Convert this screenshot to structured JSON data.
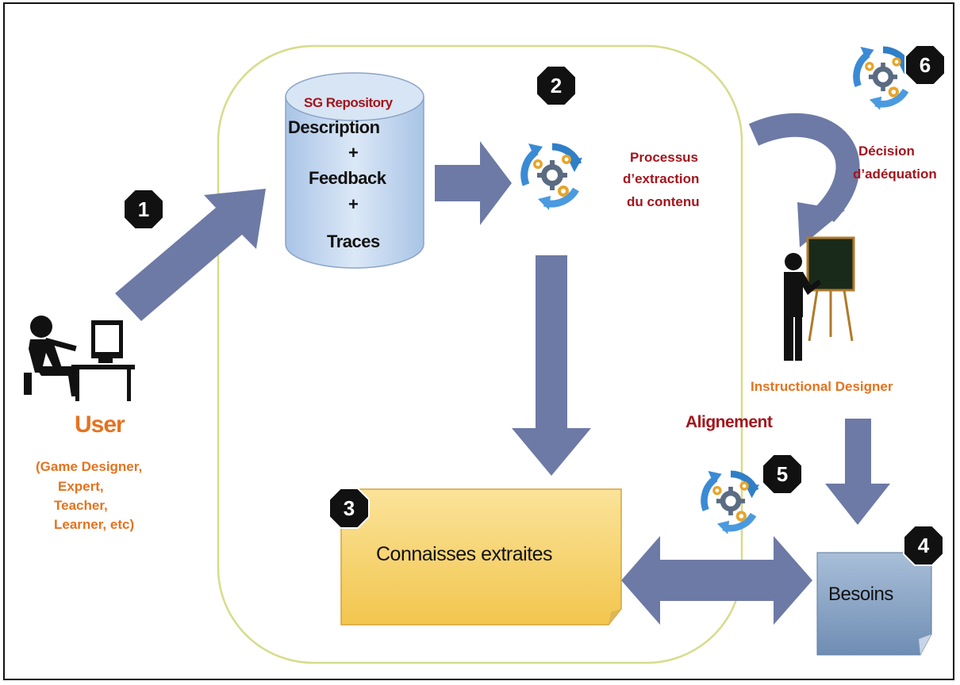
{
  "repository": {
    "title": "SG Repository",
    "line1": "Description",
    "plus1": "+",
    "line2": "Feedback",
    "plus2": "+",
    "line3": "Traces"
  },
  "process": {
    "line1": "Processus",
    "line2": "d’extraction",
    "line3": "du contenu"
  },
  "decision": {
    "line1": "Décision",
    "line2": "d’adéquation"
  },
  "instructional_designer": "Instructional Designer",
  "alignment": "Alignement",
  "user": {
    "title": "User",
    "roles": [
      "(Game Designer,",
      "Expert,",
      "Teacher,",
      "Learner, etc)"
    ]
  },
  "knowledge_box": "Connaisses extraites",
  "needs_box": "Besoins",
  "steps": [
    "1",
    "2",
    "3",
    "4",
    "5",
    "6"
  ],
  "colors": {
    "arrow": "#6d7aa6",
    "container": "#d6dc8a",
    "repository": "#c7daf0",
    "knowledge": "#f6d36e",
    "needs": "#8fa9c9",
    "dark_red": "#a3141c",
    "orange": "#e4731f"
  }
}
